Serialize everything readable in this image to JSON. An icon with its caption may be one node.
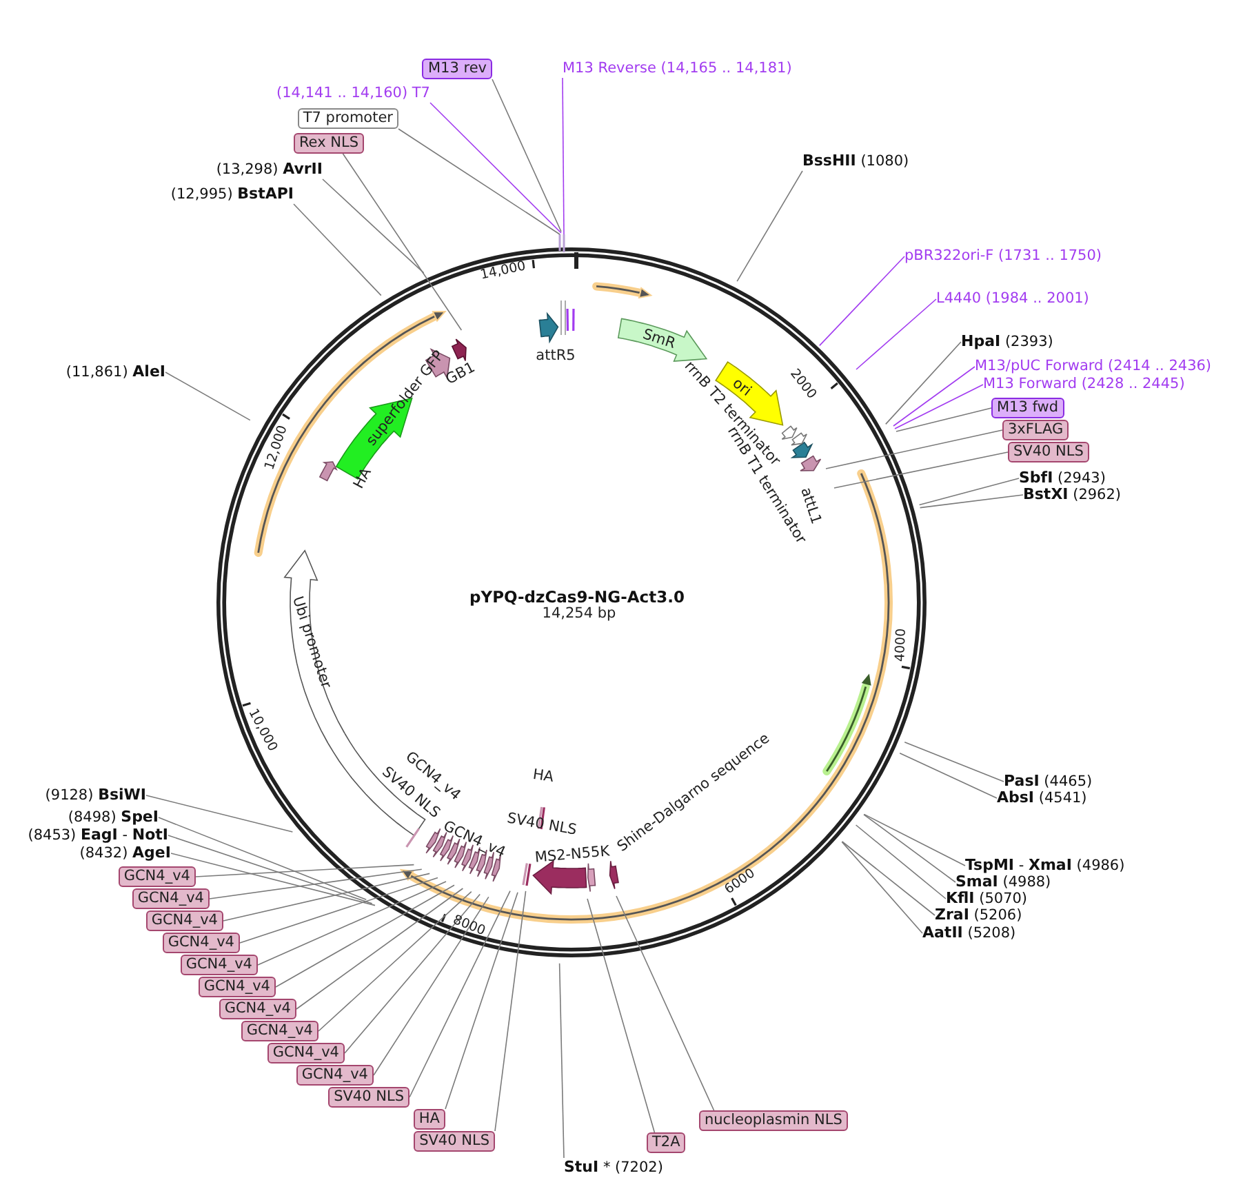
{
  "diagram": {
    "title": "pYPQ-dzCas9-NG-Act3.0",
    "nodes": [
      {
        "text": [
          "M13 rev"
        ]
      },
      {
        "text": [
          "M13 Reverse (14,165 .. 14,181)"
        ]
      },
      {
        "text": [
          "(14,141 .. 14,160) T7"
        ]
      },
      {
        "text": [
          "T7 promoter"
        ]
      },
      {
        "text": [
          "Rex NLS"
        ]
      },
      {
        "text": [
          "(13,298) **AvrII**"
        ]
      },
      {
        "text": [
          "(12,995) **BstAPI**"
        ]
      },
      {
        "text": [
          "(11,861) **AleI**"
        ]
      },
      {
        "text": [
          "**BssHII** (1080)"
        ]
      },
      {
        "text": [
          "pBR322ori-F (1731 .. 1750)"
        ]
      },
      {
        "text": [
          "L4440 (1984 .. 2001)"
        ]
      },
      {
        "text": [
          "**HpaI** (2393)"
        ]
      },
      {
        "text": [
          "M13/pUC Forward (2414 .. 2436)"
        ]
      },
      {
        "text": [
          "M13 Forward (2428 .. 2445)"
        ]
      },
      {
        "text": [
          "M13 fwd"
        ]
      },
      {
        "text": [
          "3xFLAG"
        ]
      },
      {
        "text": [
          "SV40 NLS"
        ]
      },
      {
        "text": [
          "**SbfI** (2943)"
        ]
      },
      {
        "text": [
          "**BstXI** (2962)"
        ]
      },
      {
        "text": [
          "**PasI** (4465)"
        ]
      },
      {
        "text": [
          "**AbsI** (4541)"
        ]
      },
      {
        "text": [
          "**TspMI** - **XmaI** (4986)"
        ]
      },
      {
        "text": [
          "**SmaI** (4988)"
        ]
      },
      {
        "text": [
          "**KflI** (5070)"
        ]
      },
      {
        "text": [
          "**ZraI** (5206)"
        ]
      },
      {
        "text": [
          "**AatII** (5208)"
        ]
      },
      {
        "text": [
          "**StuI** * (7202)"
        ]
      },
      {
        "text": [
          "T2A"
        ]
      },
      {
        "text": [
          "nucleoplasmin NLS"
        ]
      },
      {
        "text": [
          "SV40 NLS"
        ]
      },
      {
        "text": [
          "HA"
        ]
      },
      {
        "text": [
          "SV40 NLS"
        ]
      },
      {
        "text": [
          "GCN4_v4"
        ]
      },
      {
        "text": [
          "GCN4_v4"
        ]
      },
      {
        "text": [
          "GCN4_v4"
        ]
      },
      {
        "text": [
          "GCN4_v4"
        ]
      },
      {
        "text": [
          "GCN4_v4"
        ]
      },
      {
        "text": [
          "GCN4_v4"
        ]
      },
      {
        "text": [
          "GCN4_v4"
        ]
      },
      {
        "text": [
          "GCN4_v4"
        ]
      },
      {
        "text": [
          "GCN4_v4"
        ]
      },
      {
        "text": [
          "GCN4_v4"
        ]
      },
      {
        "text": [
          "(9128) **BsiWI**"
        ]
      },
      {
        "text": [
          "(8498) **SpeI**"
        ]
      },
      {
        "text": [
          "(8453) **EagI** - **NotI**"
        ]
      },
      {
        "text": [
          "(8432) **AgeI**"
        ]
      }
    ],
    "edges": [
      {
        "from": 0,
        "to": null,
        "arrow": "none"
      },
      {
        "from": 1,
        "to": null,
        "arrow": "none",
        "color": "#a23cf0"
      },
      {
        "from": 2,
        "to": null,
        "arrow": "none",
        "color": "#a23cf0"
      },
      {
        "from": 3,
        "to": null,
        "arrow": "none"
      },
      {
        "from": 4,
        "to": null,
        "arrow": "none"
      },
      {
        "from": 5,
        "to": null,
        "arrow": "none"
      },
      {
        "from": 6,
        "to": null,
        "arrow": "none"
      },
      {
        "from": 7,
        "to": null,
        "arrow": "none"
      },
      {
        "from": 8,
        "to": null,
        "arrow": "none"
      },
      {
        "from": 9,
        "to": null,
        "arrow": "none",
        "color": "#a23cf0"
      },
      {
        "from": 10,
        "to": null,
        "arrow": "none",
        "color": "#a23cf0"
      },
      {
        "from": 11,
        "to": null,
        "arrow": "none"
      },
      {
        "from": 12,
        "to": null,
        "arrow": "none",
        "color": "#a23cf0"
      },
      {
        "from": 13,
        "to": null,
        "arrow": "none",
        "color": "#a23cf0"
      },
      {
        "from": 14,
        "to": null,
        "arrow": "none"
      },
      {
        "from": 15,
        "to": null,
        "arrow": "none"
      },
      {
        "from": 16,
        "to": null,
        "arrow": "none"
      },
      {
        "from": 17,
        "to": null,
        "arrow": "none"
      },
      {
        "from": 18,
        "to": null,
        "arrow": "none"
      },
      {
        "from": 19,
        "to": null,
        "arrow": "none"
      },
      {
        "from": 20,
        "to": null,
        "arrow": "none"
      },
      {
        "from": 21,
        "to": null,
        "arrow": "none"
      },
      {
        "from": 22,
        "to": null,
        "arrow": "none"
      },
      {
        "from": 23,
        "to": null,
        "arrow": "none"
      },
      {
        "from": 24,
        "to": null,
        "arrow": "none"
      },
      {
        "from": 25,
        "to": null,
        "arrow": "none"
      },
      {
        "from": 26,
        "to": null,
        "arrow": "none"
      },
      {
        "from": 27,
        "to": null,
        "arrow": "none"
      },
      {
        "from": 28,
        "to": null,
        "arrow": "none"
      },
      {
        "from": 29,
        "to": null,
        "arrow": "none"
      },
      {
        "from": 30,
        "to": null,
        "arrow": "none"
      },
      {
        "from": 31,
        "to": null,
        "arrow": "none"
      },
      {
        "from": 32,
        "to": null,
        "arrow": "none"
      },
      {
        "from": 33,
        "to": null,
        "arrow": "none"
      },
      {
        "from": 34,
        "to": null,
        "arrow": "none"
      },
      {
        "from": 35,
        "to": null,
        "arrow": "none"
      },
      {
        "from": 36,
        "to": null,
        "arrow": "none"
      },
      {
        "from": 37,
        "to": null,
        "arrow": "none"
      },
      {
        "from": 38,
        "to": null,
        "arrow": "none"
      },
      {
        "from": 39,
        "to": null,
        "arrow": "none"
      },
      {
        "from": 40,
        "to": null,
        "arrow": "none"
      },
      {
        "from": 41,
        "to": null,
        "arrow": "none"
      },
      {
        "from": 42,
        "to": null,
        "arrow": "none"
      },
      {
        "from": 43,
        "to": null,
        "arrow": "none"
      },
      {
        "from": 44,
        "to": null,
        "arrow": "none"
      },
      {
        "from": 45,
        "to": null,
        "arrow": "none"
      }
    ],
    "labels": [
      "14,000",
      "SmR",
      "attR5",
      "GB1",
      "ori",
      "2000",
      "rrnB T2 terminator",
      "superfolder GFP",
      "12,000",
      "HA",
      "rrnB T1 terminator",
      "attL1",
      "14,254 bp",
      "4000",
      "Ubi promoter",
      "10,000",
      "Shine-Dalgarno sequence",
      "GCN4_v4",
      "SV40 NLS",
      "HA",
      "GCN4_v4",
      "SV40 NLS",
      "MS2-N55K",
      "6000",
      "8000"
    ]
  }
}
